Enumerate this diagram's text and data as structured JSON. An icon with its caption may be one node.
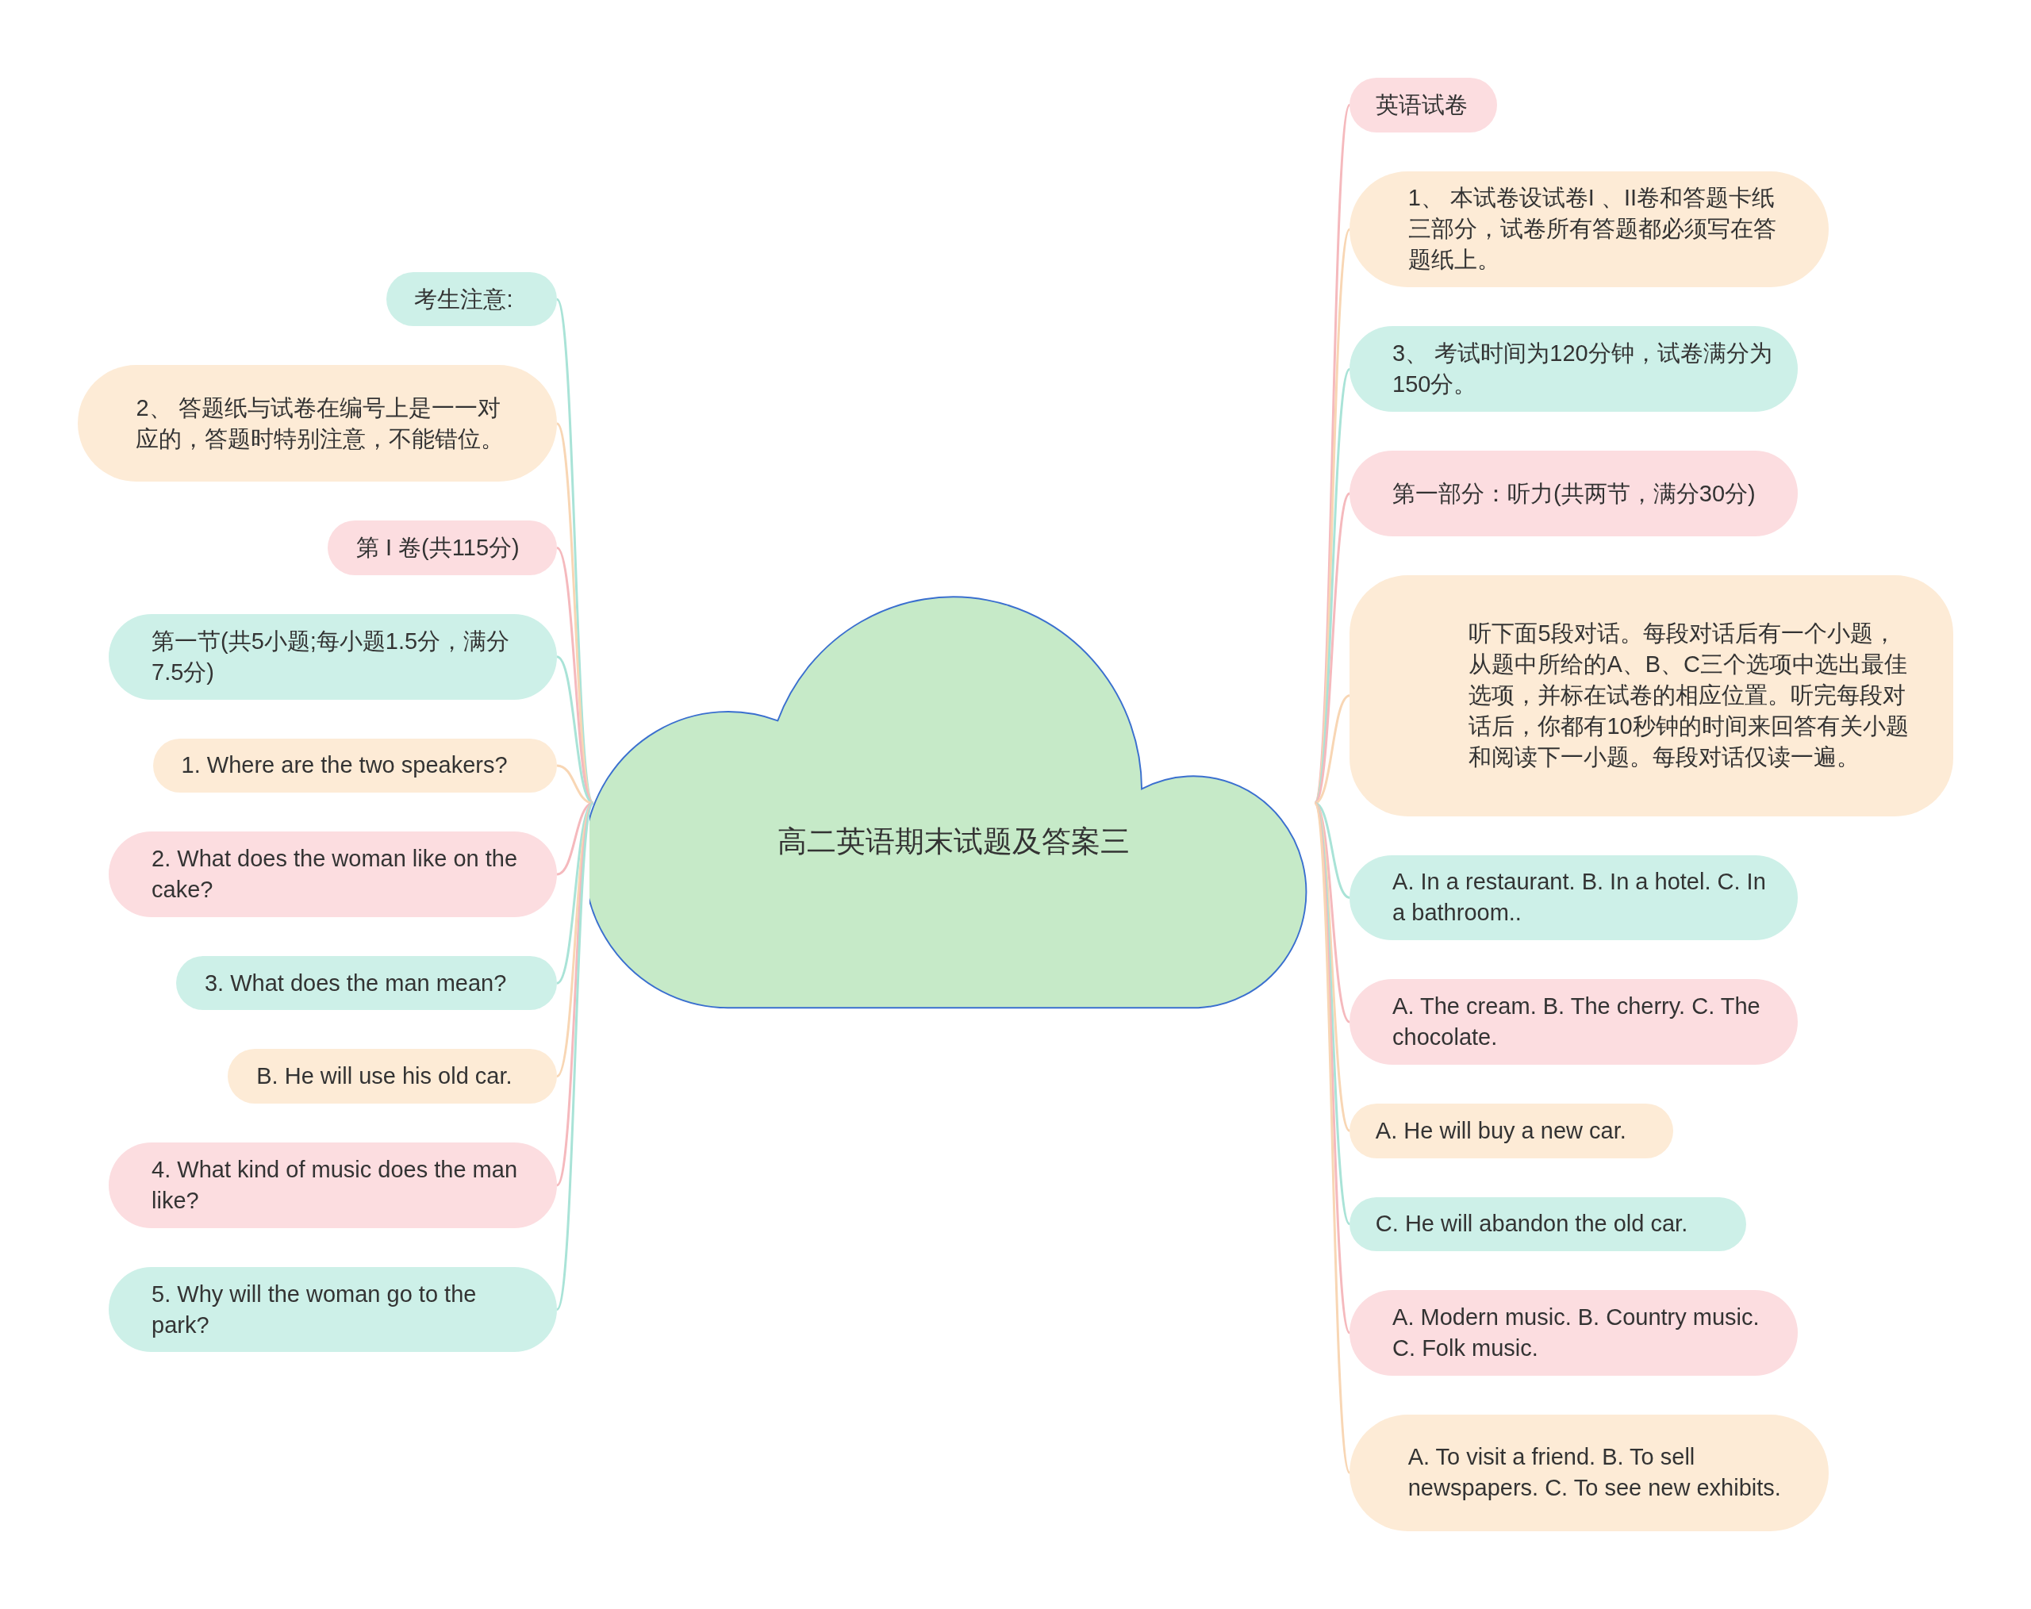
{
  "diagram": {
    "nodes": [
      {
        "text": [
          "高二英语期末试题及答案三"
        ]
      },
      {
        "text": [
          "考生注意:"
        ]
      },
      {
        "text": [
          "2、 答题纸与试卷在编号上是一一对应的，答题时特别注意，不能错位。"
        ]
      },
      {
        "text": [
          "第 I 卷(共115分)"
        ]
      },
      {
        "text": [
          "第一节(共5小题;每小题1.5分，满分7.5分)"
        ]
      },
      {
        "text": [
          "1. Where are the two speakers?"
        ]
      },
      {
        "text": [
          "2. What does the woman like on the cake?"
        ]
      },
      {
        "text": [
          "3. What does the man mean?"
        ]
      },
      {
        "text": [
          "B. He will use his old car."
        ]
      },
      {
        "text": [
          "4. What kind of music does the man like?"
        ]
      },
      {
        "text": [
          "5. Why will the woman go to the park?"
        ]
      },
      {
        "text": [
          "英语试卷"
        ]
      },
      {
        "text": [
          "1、 本试卷设试卷I 、II卷和答题卡纸三部分，试卷所有答题都必须写在答题纸上。"
        ]
      },
      {
        "text": [
          "3、 考试时间为120分钟，试卷满分为150分。"
        ]
      },
      {
        "text": [
          "第一部分：听力(共两节，满分30分)"
        ]
      },
      {
        "text": [
          "听下面5段对话。每段对话后有一个小题，从题中所给的A、B、C三个选项中选出最佳选项，并标在试卷的相应位置。听完每段对话后，你都有10秒钟的时间来回答有关小题和阅读下一小题。每段对话仅读一遍。"
        ]
      },
      {
        "text": [
          "A. In a restaurant. B. In a hotel. C. In a bathroom.."
        ]
      },
      {
        "text": [
          "A. The cream. B. The cherry. C. The chocolate."
        ]
      },
      {
        "text": [
          "A. He will buy a new car."
        ]
      },
      {
        "text": [
          "C. He will abandon the old car."
        ]
      },
      {
        "text": [
          "A. Modern music. B. Country music. C. Folk music."
        ]
      },
      {
        "text": [
          "A. To visit a friend. B. To sell newspapers. C. To see new exhibits."
        ]
      }
    ],
    "edges": [
      {
        "from": 0,
        "to": 1,
        "arrow": "none",
        "color": "#a9e3d7"
      },
      {
        "from": 0,
        "to": 2,
        "arrow": "none",
        "color": "#f8d6b4"
      },
      {
        "from": 0,
        "to": 3,
        "arrow": "none",
        "color": "#f5b9bd"
      },
      {
        "from": 0,
        "to": 4,
        "arrow": "none",
        "color": "#a9e3d7"
      },
      {
        "from": 0,
        "to": 5,
        "arrow": "none",
        "color": "#f8d6b4"
      },
      {
        "from": 0,
        "to": 6,
        "arrow": "none",
        "color": "#f5b9bd"
      },
      {
        "from": 0,
        "to": 7,
        "arrow": "none",
        "color": "#a9e3d7"
      },
      {
        "from": 0,
        "to": 8,
        "arrow": "none",
        "color": "#f8d6b4"
      },
      {
        "from": 0,
        "to": 9,
        "arrow": "none",
        "color": "#f5b9bd"
      },
      {
        "from": 0,
        "to": 10,
        "arrow": "none",
        "color": "#a9e3d7"
      },
      {
        "from": 0,
        "to": 11,
        "arrow": "none",
        "color": "#f5b9bd"
      },
      {
        "from": 0,
        "to": 12,
        "arrow": "none",
        "color": "#f8d6b4"
      },
      {
        "from": 0,
        "to": 13,
        "arrow": "none",
        "color": "#a9e3d7"
      },
      {
        "from": 0,
        "to": 14,
        "arrow": "none",
        "color": "#f5b9bd"
      },
      {
        "from": 0,
        "to": 15,
        "arrow": "none",
        "color": "#f8d6b4"
      },
      {
        "from": 0,
        "to": 16,
        "arrow": "none",
        "color": "#a9e3d7"
      },
      {
        "from": 0,
        "to": 17,
        "arrow": "none",
        "color": "#f5b9bd"
      },
      {
        "from": 0,
        "to": 18,
        "arrow": "none",
        "color": "#f8d6b4"
      },
      {
        "from": 0,
        "to": 19,
        "arrow": "none",
        "color": "#a9e3d7"
      },
      {
        "from": 0,
        "to": 20,
        "arrow": "none",
        "color": "#f5b9bd"
      },
      {
        "from": 0,
        "to": 21,
        "arrow": "none",
        "color": "#f8d6b4"
      }
    ]
  }
}
